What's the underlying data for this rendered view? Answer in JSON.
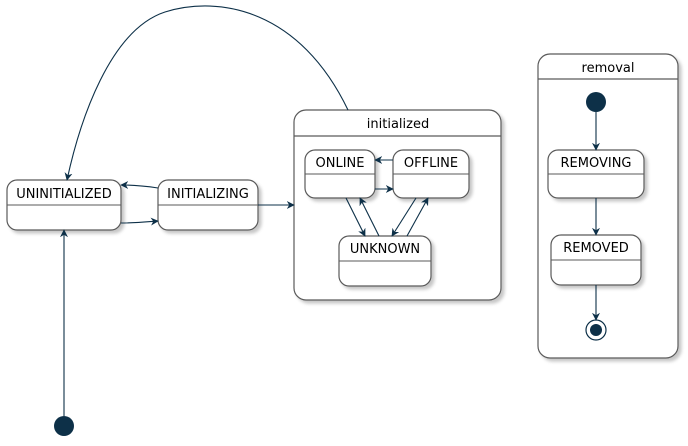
{
  "states": {
    "uninitialized": "UNINITIALIZED",
    "initializing": "INITIALIZING",
    "online": "ONLINE",
    "offline": "OFFLINE",
    "unknown": "UNKNOWN",
    "removing": "REMOVING",
    "removed": "REMOVED"
  },
  "composites": {
    "initialized": "initialized",
    "removal": "removal"
  },
  "colors": {
    "line": "#0d3048",
    "node_fill": "#ffffff",
    "node_stroke": "#5a5a5a",
    "shadow": "#c8c8c8"
  }
}
